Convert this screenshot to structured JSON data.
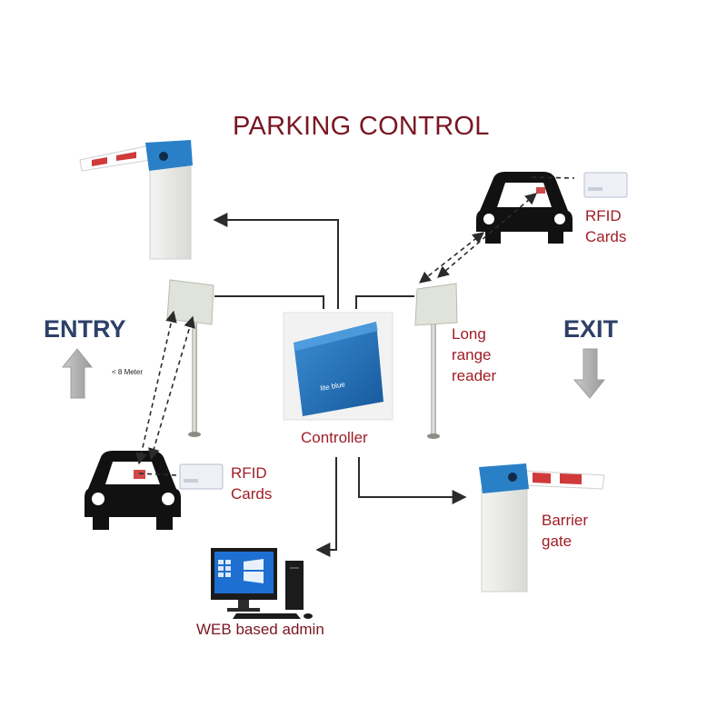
{
  "title": "PARKING CONTROL",
  "labels": {
    "entry": "ENTRY",
    "exit": "EXIT",
    "distance": "< 8 Meter",
    "controller": "Controller",
    "controller_brand": "lite blue",
    "web_admin": "WEB based admin",
    "rfid_entry_1": "RFID",
    "rfid_entry_2": "Cards",
    "rfid_exit_1": "RFID",
    "rfid_exit_2": "Cards",
    "reader_1": "Long",
    "reader_2": "range",
    "reader_3": "reader",
    "barrier_1": "Barrier",
    "barrier_2": "gate"
  },
  "colors": {
    "title": "#7a1622",
    "label": "#a01d26",
    "direction_text": "#2d4068",
    "controller_box": "#1f6fb8",
    "barrier_cap": "#2a80c6",
    "barrier_arm_stripe": "#d03a3a",
    "arrow": "#2b2b2b",
    "car": "#111111"
  }
}
